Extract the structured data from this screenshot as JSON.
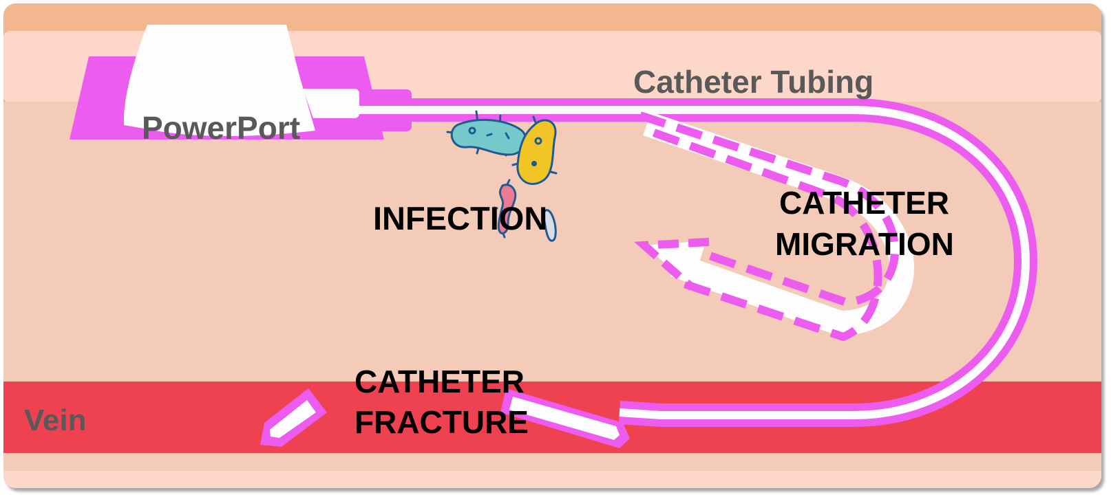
{
  "diagram": {
    "title": "PowerPort catheter complications",
    "labels": {
      "powerport": "PowerPort",
      "catheter_tubing": "Catheter Tubing",
      "vein": "Vein",
      "infection": "INFECTION",
      "migration_line1": "CATHETER",
      "migration_line2": "MIGRATION",
      "fracture_line1": "CATHETER",
      "fracture_line2": "FRACTURE"
    },
    "layers": [
      {
        "name": "epidermis",
        "color": "#f3b78f"
      },
      {
        "name": "dermis",
        "color": "#fdd7c9"
      },
      {
        "name": "subcutaneous-tissue",
        "color": "#f3cbb8"
      },
      {
        "name": "vein",
        "color": "#ef4250"
      },
      {
        "name": "deep-tissue",
        "color": "#fdd7c9"
      }
    ],
    "colors": {
      "catheter_outline": "#ec5cef",
      "catheter_lumen": "#fdfdfd",
      "port_body": "#fdfdfd",
      "bacteria_teal": "#76c9cb",
      "bacteria_yellow": "#f1c525",
      "bacteria_pink": "#ec7a95",
      "bacteria_outline": "#1f5a93"
    },
    "icons": [
      "bacteria-icon",
      "broken-catheter-fragment-icon",
      "migration-arrow-icon"
    ]
  }
}
